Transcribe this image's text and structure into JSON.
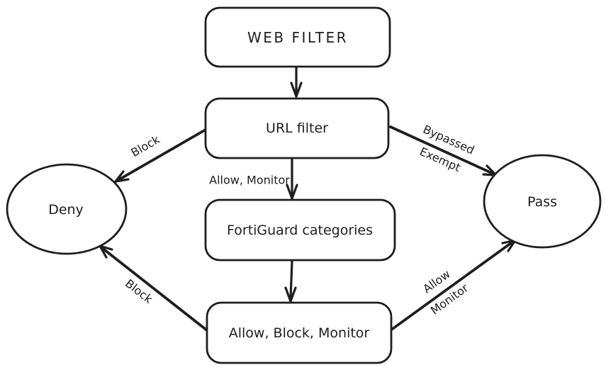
{
  "colors": {
    "ink": "#1e1e1e",
    "background": "#ffffff"
  },
  "nodes": {
    "web_filter": {
      "label": "WEB FILTER"
    },
    "url_filter": {
      "label": "URL filter"
    },
    "fortiguard_categories": {
      "label": "FortiGuard categories"
    },
    "actions": {
      "label": "Allow, Block, Monitor"
    },
    "deny": {
      "label": "Deny"
    },
    "pass": {
      "label": "Pass"
    }
  },
  "edge_labels": {
    "url_to_deny": "Block",
    "url_to_pass_line1": "Bypassed",
    "url_to_pass_line2": "Exempt",
    "url_to_fortiguard": "Allow, Monitor",
    "actions_to_deny": "Block",
    "actions_to_pass_line1": "Allow",
    "actions_to_pass_line2": "Monitor"
  }
}
